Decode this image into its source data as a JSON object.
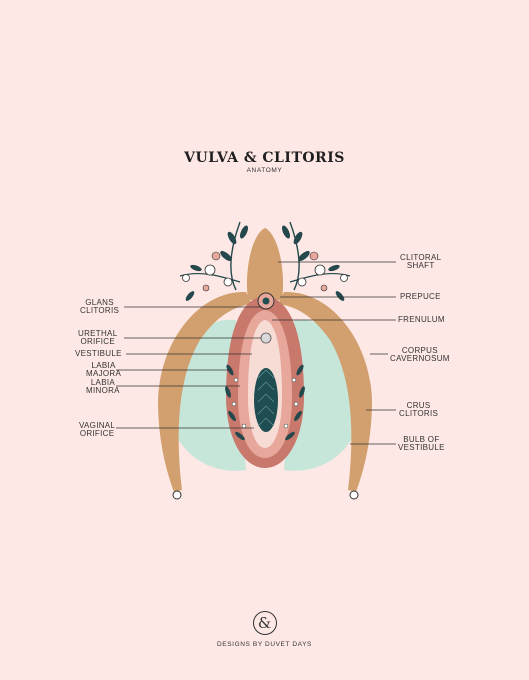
{
  "header": {
    "title": "VULVA & CLITORIS",
    "subtitle": "ANATOMY"
  },
  "labels": {
    "glans_clitoris": [
      "GLANS",
      "CLITORIS"
    ],
    "urethral_orifice": [
      "URETHAL",
      "ORIFICE"
    ],
    "vestibule": [
      "VESTIBULE"
    ],
    "labia_majora": [
      "LABIA",
      "MAJORA"
    ],
    "labia_minora": [
      "LABIA",
      "MINORA"
    ],
    "vaginal_orifice": [
      "VAGINAL",
      "ORIFICE"
    ],
    "clitoral_shaft": [
      "CLITORAL",
      "SHAFT"
    ],
    "prepuce": [
      "PREPUCE"
    ],
    "frenulum": [
      "FRENULUM"
    ],
    "corpus_cavernosum": [
      "CORPUS",
      "CAVERNOSUM"
    ],
    "crus_clitoris": [
      "CRUS",
      "CLITORIS"
    ],
    "bulb_of_vestibule": [
      "BULB OF",
      "VESTIBULE"
    ]
  },
  "footer": {
    "logo_glyph": "&",
    "credit": "DESIGNS BY DUVET DAYS"
  },
  "colors": {
    "background": "#fde8e6",
    "clitoris": "#d2a06e",
    "bulb": "#c6e6da",
    "labia_majora": "#c9786c",
    "labia_inner": "#e7a79b",
    "vestibule": "#f7dcd6",
    "vaginal": "#1f4e52",
    "leaf": "#24484c",
    "line": "#333333"
  }
}
